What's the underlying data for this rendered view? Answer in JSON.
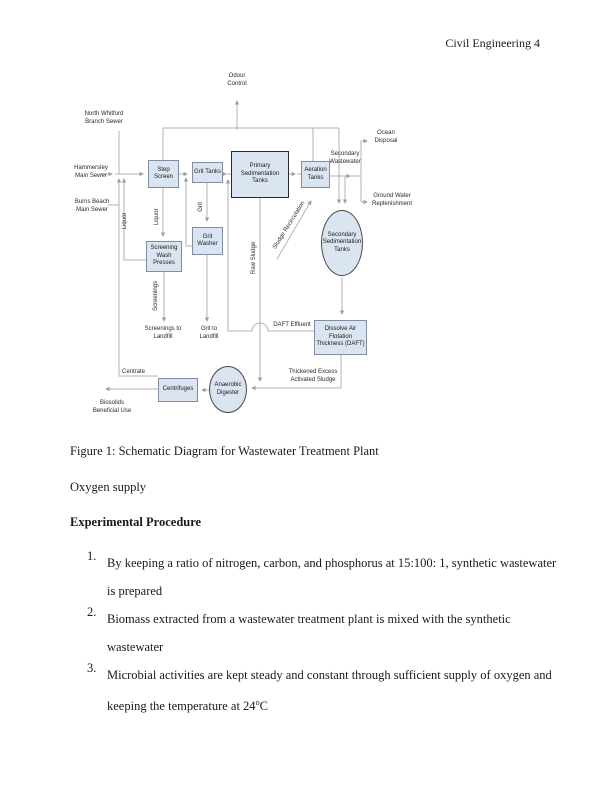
{
  "page": {
    "header": "Civil Engineering 4"
  },
  "figure": {
    "caption": "Figure 1: Schematic Diagram for Wastewater Treatment Plant",
    "colors": {
      "node_fill": "#dbe5f1",
      "node_border": "#7f8ea3",
      "flow_line": "#b3b3b3",
      "arrow": "#9aa0a6"
    },
    "nodes": {
      "step_screen": "Step Screen",
      "grit_tanks": "Grit Tanks",
      "primary_sedimentation": "Primary Sedimentation Tanks",
      "aeration": "Aeration Tanks",
      "screening_wash_presses": "Screening Wash Presses",
      "grit_washer": "Grit Washer",
      "secondary_sedimentation": "Secondary Sedimentation Tanks",
      "daft": "Dissolve Air Flotation Thickness (DAFT)",
      "anaerobic_digester": "Anaerobic Digester",
      "centrifuges": "Centrifuges"
    },
    "labels": {
      "odour_control": "Odour Control",
      "north_whitford": "North Whitford Branch Sewer",
      "hammersley": "Hammersley Main Sewer",
      "burns_beach": "Burns Beach Main Sewer",
      "secondary_wastewater": "Secondary Wastewater",
      "ocean_disposal": "Ocean Disposal",
      "ground_water": "Ground Water Replenishment",
      "sludge_recirculation": "Sludge Recirculation",
      "liquor_left": "Liquor",
      "liquor_mid": "Liquor",
      "grit": "Grit",
      "screenings": "Screenings",
      "raw_sludge": "Raw Sludge",
      "screenings_to_landfill": "Screenings to Landfill",
      "grit_to_landfill": "Grit to Landfill",
      "daft_effluent": "DAFT Effluent",
      "thickened_excess": "Thickened Excess Activated Sludge",
      "centrate": "Centrate",
      "biosolids": "Biosolids Beneficial Use"
    }
  },
  "body": {
    "oxygen_supply": "Oxygen supply",
    "section_heading": "Experimental Procedure",
    "list": [
      {
        "num": "1.",
        "lines": [
          "By keeping a ratio of nitrogen, carbon, and phosphorus at 15:100: 1, synthetic wastewater",
          "is prepared"
        ]
      },
      {
        "num": "2.",
        "lines": [
          "Biomass extracted from a wastewater treatment plant is mixed with the synthetic",
          "wastewater"
        ]
      },
      {
        "num": "3.",
        "lines": [
          "Microbial activities are kept steady and constant through sufficient supply of oxygen and"
        ],
        "tail": {
          "prefix": "keeping the temperature at 24",
          "sup": "o",
          "suffix": "C"
        }
      }
    ]
  }
}
